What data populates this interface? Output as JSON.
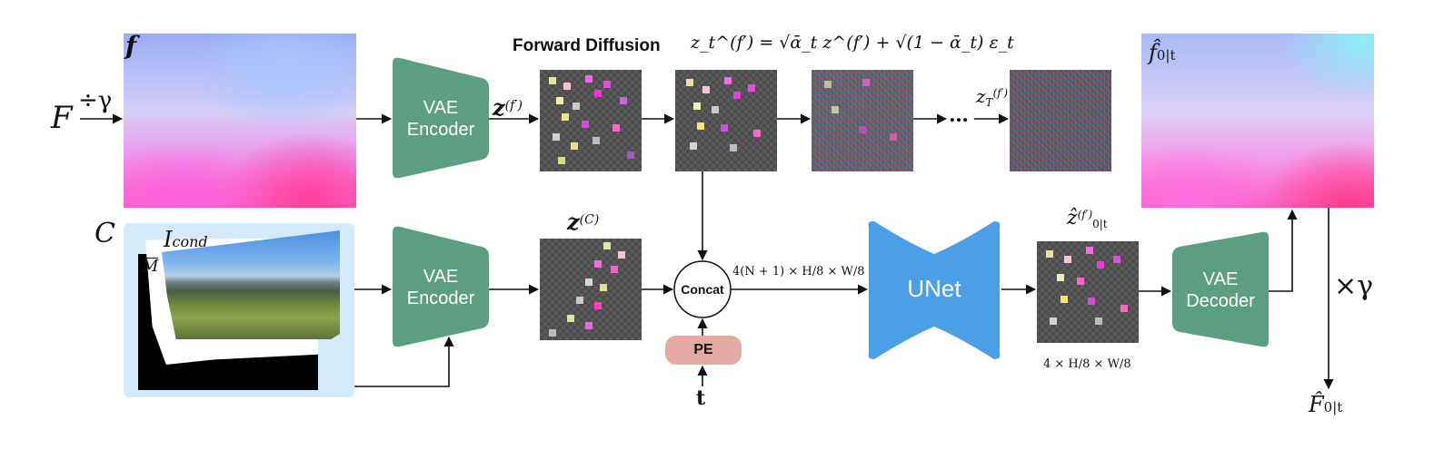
{
  "labels": {
    "F": "F",
    "div_gamma": "÷γ",
    "f": "f",
    "f_hat": "f̂",
    "f_hat_sub": "0|t",
    "C": "C",
    "I_cond": "I",
    "I_cond_sub": "cond",
    "M_bar": "M",
    "times_gamma": "×γ",
    "F_hat": "F̂",
    "F_hat_sub": "0|t",
    "t": "t"
  },
  "forward": {
    "title": "Forward Diffusion",
    "equation": "z_t^(f′) = √ᾱ_t z^(f′) + √(1 − ᾱ_t) ε_t"
  },
  "blocks": {
    "vae_encoder_top": "VAE\nEncoder",
    "vae_encoder_bottom": "VAE\nEncoder",
    "unet": "UNet",
    "vae_decoder": "VAE\nDecoder",
    "concat": "Concat",
    "pe": "PE"
  },
  "latents": {
    "z_f": "z",
    "z_f_sup": "(f′)",
    "z_T": "z",
    "z_T_sub": "T",
    "z_T_sup": "(f′)",
    "z_C": "z",
    "z_C_sup": "(C)",
    "z_hat": "ẑ",
    "z_hat_sup": "(f′)",
    "z_hat_sub": "0|t",
    "ellipsis": "…"
  },
  "dims": {
    "concat_out": "4(N + 1) × H/8 × W/8",
    "unet_out": "4 × H/8 × W/8"
  },
  "colors": {
    "vae": "#5b9e82",
    "unet": "#4a9fe6",
    "pe": "#e3aaa3",
    "cond_bg": "#d4eaf9"
  }
}
